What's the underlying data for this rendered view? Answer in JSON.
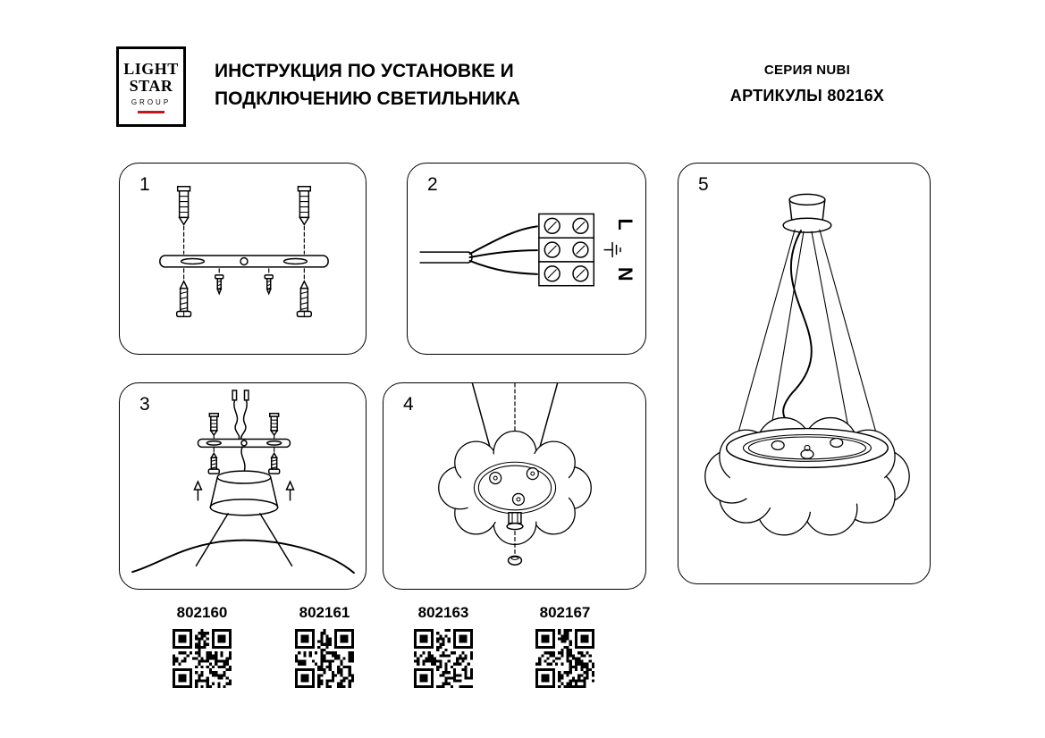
{
  "header": {
    "logo": {
      "line1": "LIGHT",
      "line2": "STAR",
      "line3": "GROUP"
    },
    "title": {
      "line1": "ИНСТРУКЦИЯ ПО УСТАНОВКЕ И",
      "line2": "ПОДКЛЮЧЕНИЮ СВЕТИЛЬНИКА"
    },
    "series": "СЕРИЯ NUBI",
    "articles": "АРТИКУЛЫ 80216X"
  },
  "steps": [
    {
      "number": "1"
    },
    {
      "number": "2"
    },
    {
      "number": "3"
    },
    {
      "number": "4"
    },
    {
      "number": "5"
    }
  ],
  "wiring": {
    "line_label": "L",
    "neutral_label": "N",
    "earth_icon": "earth-ground-icon"
  },
  "products": [
    {
      "code": "802160"
    },
    {
      "code": "802161"
    },
    {
      "code": "802163"
    },
    {
      "code": "802167"
    }
  ],
  "colors": {
    "accent_red": "#c5161d",
    "ink": "#000000",
    "paper": "#ffffff"
  }
}
